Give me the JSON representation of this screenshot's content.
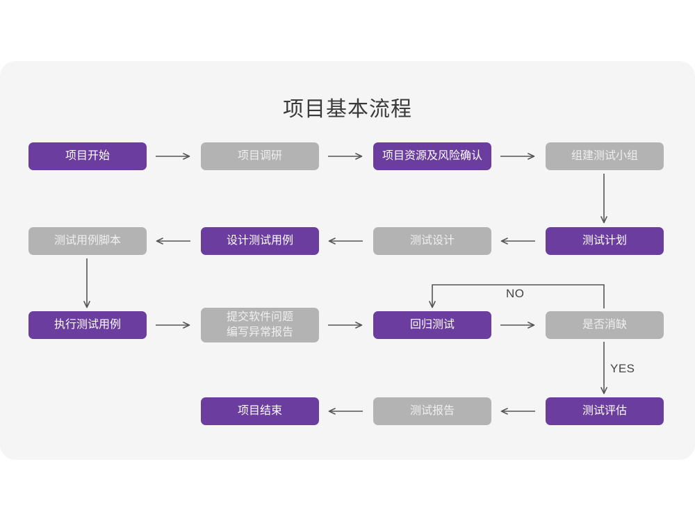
{
  "page": {
    "background": "#ffffff",
    "card_background": "#f5f5f5",
    "accent_purple": "#6b3d9e",
    "accent_gray": "#b3b3b3",
    "line_color": "#555555",
    "title": "项目基本流程"
  },
  "chart_data": {
    "type": "diagram",
    "title": "项目基本流程",
    "nodes": [
      {
        "id": "n1",
        "label": "项目开始",
        "style": "purple",
        "row": 1,
        "col": 1
      },
      {
        "id": "n2",
        "label": "项目调研",
        "style": "gray",
        "row": 1,
        "col": 2
      },
      {
        "id": "n3",
        "label": "项目资源及风险确认",
        "style": "purple",
        "row": 1,
        "col": 3
      },
      {
        "id": "n4",
        "label": "组建测试小组",
        "style": "gray",
        "row": 1,
        "col": 4
      },
      {
        "id": "n5",
        "label": "测试计划",
        "style": "purple",
        "row": 2,
        "col": 4
      },
      {
        "id": "n6",
        "label": "测试设计",
        "style": "gray",
        "row": 2,
        "col": 3
      },
      {
        "id": "n7",
        "label": "设计测试用例",
        "style": "purple",
        "row": 2,
        "col": 2
      },
      {
        "id": "n8",
        "label": "测试用例脚本",
        "style": "gray",
        "row": 2,
        "col": 1
      },
      {
        "id": "n9",
        "label": "执行测试用例",
        "style": "purple",
        "row": 3,
        "col": 1
      },
      {
        "id": "n10",
        "label": "提交软件问题\n编写异常报告",
        "style": "gray",
        "row": 3,
        "col": 2
      },
      {
        "id": "n11",
        "label": "回归测试",
        "style": "purple",
        "row": 3,
        "col": 3
      },
      {
        "id": "n12",
        "label": "是否消缺",
        "style": "gray",
        "row": 3,
        "col": 4
      },
      {
        "id": "n13",
        "label": "测试评估",
        "style": "purple",
        "row": 4,
        "col": 4
      },
      {
        "id": "n14",
        "label": "测试报告",
        "style": "gray",
        "row": 4,
        "col": 3
      },
      {
        "id": "n15",
        "label": "项目结束",
        "style": "purple",
        "row": 4,
        "col": 2
      }
    ],
    "edges": [
      {
        "from": "n1",
        "to": "n2",
        "label": "",
        "direction": "right"
      },
      {
        "from": "n2",
        "to": "n3",
        "label": "",
        "direction": "right"
      },
      {
        "from": "n3",
        "to": "n4",
        "label": "",
        "direction": "right"
      },
      {
        "from": "n4",
        "to": "n5",
        "label": "",
        "direction": "down"
      },
      {
        "from": "n5",
        "to": "n6",
        "label": "",
        "direction": "left"
      },
      {
        "from": "n6",
        "to": "n7",
        "label": "",
        "direction": "left"
      },
      {
        "from": "n7",
        "to": "n8",
        "label": "",
        "direction": "left"
      },
      {
        "from": "n8",
        "to": "n9",
        "label": "",
        "direction": "down"
      },
      {
        "from": "n9",
        "to": "n10",
        "label": "",
        "direction": "right"
      },
      {
        "from": "n10",
        "to": "n11",
        "label": "",
        "direction": "right"
      },
      {
        "from": "n11",
        "to": "n12",
        "label": "",
        "direction": "right"
      },
      {
        "from": "n12",
        "to": "n11",
        "label": "NO",
        "direction": "loop-up-left-down"
      },
      {
        "from": "n12",
        "to": "n13",
        "label": "YES",
        "direction": "down"
      },
      {
        "from": "n13",
        "to": "n14",
        "label": "",
        "direction": "left"
      },
      {
        "from": "n14",
        "to": "n15",
        "label": "",
        "direction": "left"
      }
    ],
    "edge_labels": [
      {
        "id": "no",
        "text": "NO"
      },
      {
        "id": "yes",
        "text": "YES"
      }
    ]
  }
}
